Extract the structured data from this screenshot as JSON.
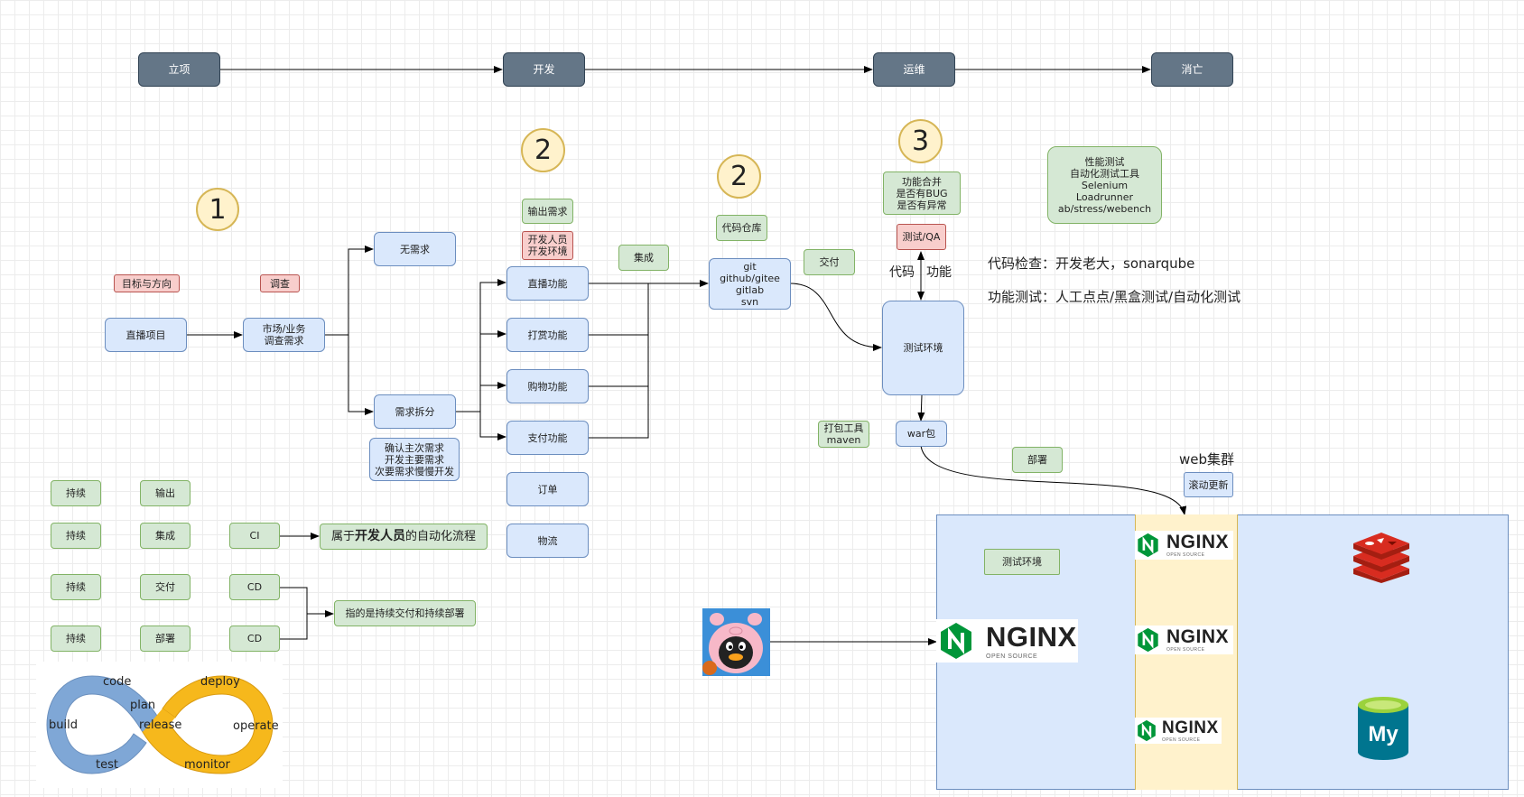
{
  "lifecycle": {
    "stage1": "立项",
    "stage2": "开发",
    "stage3": "运维",
    "stage4": "消亡"
  },
  "markers": {
    "m1": "1",
    "m2a": "2",
    "m2b": "2",
    "m3": "3"
  },
  "planning": {
    "goal_tag": "目标与方向",
    "survey_tag": "调查",
    "project": "直播项目",
    "research": "市场/业务\n调查需求",
    "no_demand": "无需求",
    "split": "需求拆分",
    "split_note": "确认主次需求\n开发主要需求\n次要需求慢慢开发"
  },
  "dev": {
    "output_tag": "输出需求",
    "people_tag": "开发人员\n开发环境",
    "features": [
      "直播功能",
      "打赏功能",
      "购物功能",
      "支付功能",
      "订单",
      "物流"
    ],
    "integrate_tag": "集成",
    "repo_tag": "代码仓库",
    "repo": "git\ngithub/gitee\ngitlab\nsvn",
    "deliver_tag": "交付",
    "package_tag": "打包工具\nmaven",
    "war": "war包"
  },
  "qa": {
    "check_tag": "功能合并\n是否有BUG\n是否有异常",
    "qa_tag": "测试/QA",
    "code_label": "代码",
    "func_label": "功能",
    "test_env": "测试环境",
    "tools": "性能测试\n自动化测试工具\nSelenium\nLoadrunner\nab/stress/webench",
    "note_code_check": "代码检查：开发老大，sonarqube",
    "note_func_test": "功能测试：人工点点/黑盒测试/自动化测试"
  },
  "cicd": {
    "continuous": [
      "持续",
      "持续",
      "持续",
      "持续"
    ],
    "actions": [
      "输出",
      "集成",
      "交付",
      "部署"
    ],
    "ci": "CI",
    "cd1": "CD",
    "cd2": "CD",
    "ci_desc_a": "属于",
    "ci_desc_b": "开发人员",
    "ci_desc_c": "的自动化流程",
    "cd_desc": "指的是持续交付和持续部署"
  },
  "deploy": {
    "deploy_tag": "部署",
    "cluster_title": "web集群",
    "rolling": "滚动更新",
    "test_env": "测试环境",
    "nginx_word": "NGINX",
    "nginx_sub": "OPEN SOURCE",
    "redis_icon": "redis-icon",
    "mysql_icon": "mysql-icon",
    "mysql_label": "My"
  },
  "devops": {
    "code": "code",
    "plan": "plan",
    "build": "build",
    "test": "test",
    "release": "release",
    "deploy": "deploy",
    "operate": "operate",
    "monitor": "monitor"
  },
  "colors": {
    "dark_box": "#647687",
    "blue_box": "#dae8fc",
    "green_box": "#d5e8d4",
    "red_box": "#f8cecc",
    "marker": "#fff2cc",
    "cluster": "#dae8fc",
    "nginx_lane": "#fff2cc",
    "nginx_green": "#009639",
    "redis": "#d82c20",
    "mysql": "#00758f",
    "devops_blue": "#7fa7d6",
    "devops_yellow": "#f6b81c"
  }
}
